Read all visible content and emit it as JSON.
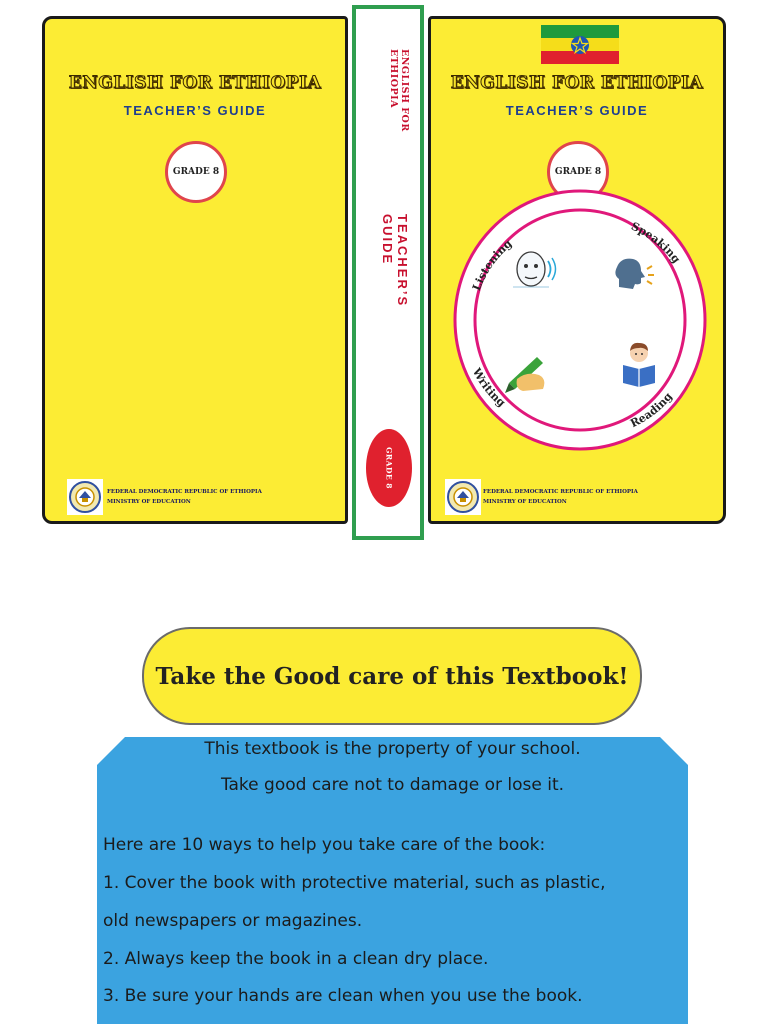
{
  "back_cover": {
    "title": "ENGLISH FOR ETHIOPIA",
    "subtitle": "TEACHER’S GUIDE",
    "grade": "GRADE 8",
    "ministry_line1": "FEDERAL DEMOCRATIC REPUBLIC OF ETHIOPIA",
    "ministry_line2": "MINISTRY OF EDUCATION"
  },
  "spine": {
    "title": "ENGLISH FOR ETHIOPIA",
    "subtitle": "TEACHER’S GUIDE",
    "grade": "GRADE 8"
  },
  "front_cover": {
    "title": "ENGLISH FOR ETHIOPIA",
    "subtitle": "TEACHER’S GUIDE",
    "grade": "GRADE 8",
    "skills": [
      "Listening",
      "Speaking",
      "Writing",
      "Reading"
    ],
    "ministry_line1": "FEDERAL DEMOCRATIC REPUBLIC OF ETHIOPIA",
    "ministry_line2": "MINISTRY OF EDUCATION"
  },
  "care": {
    "banner": "Take the Good care of this Textbook!",
    "intro1": "This textbook is the property of your school.",
    "intro2": "Take good care not to damage or lose it.",
    "lead": "Here are 10 ways to help you take care of the book:",
    "item1a": "1. Cover the book with protective material, such as plastic,",
    "item1b": "old newspapers or magazines.",
    "item2": "2. Always keep the book in a clean dry place.",
    "item3": "3. Be sure your hands are clean when you use the book."
  },
  "colors": {
    "cover_yellow": "#fcec34",
    "spine_border": "#2f9e4f",
    "accent_red": "#c8102e",
    "ring_magenta": "#e0187a",
    "notice_blue": "#3ba3e0",
    "subtitle_blue": "#1f3f8f"
  },
  "icons": [
    "ethiopian-flag-icon",
    "ministry-emblem-icon",
    "listening-icon",
    "speaking-icon",
    "writing-icon",
    "reading-icon"
  ]
}
